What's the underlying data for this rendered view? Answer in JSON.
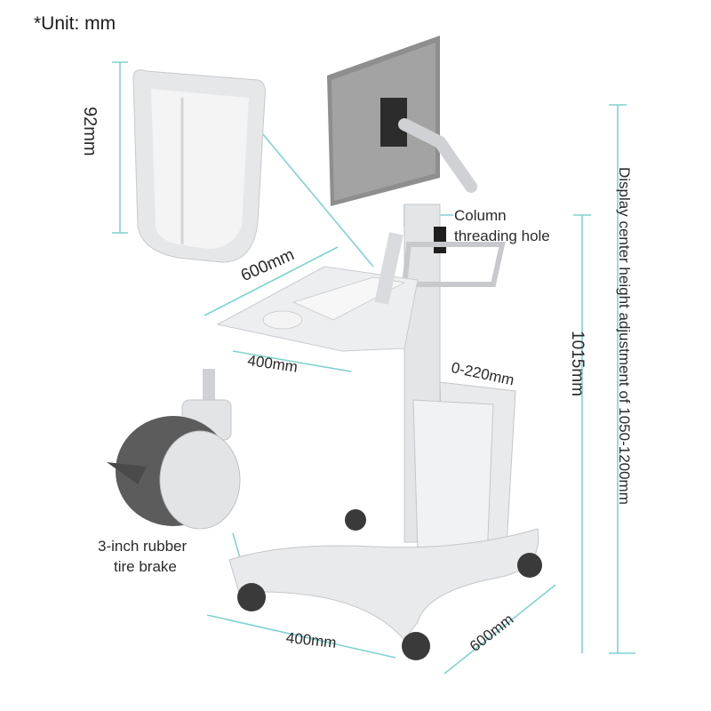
{
  "unit_note": "*Unit: mm",
  "callouts": {
    "holder_height": "92mm",
    "column_hole": "Column threading hole",
    "column_hole_line1": "Column",
    "column_hole_line2": "threading hole",
    "tray_width": "600mm",
    "tray_depth": "400mm",
    "cpu_range": "0-220mm",
    "total_height": "1015mm",
    "display_height": "Display center height adjustment of 1050-1200mm",
    "caster_line1": "3-inch rubber",
    "caster_line2": "tire brake",
    "base_width": "400mm",
    "base_depth": "600mm"
  },
  "colors": {
    "accent_line": "#7fd3d0",
    "cart_white": "#e9eaec",
    "cart_shadow": "#c9cbcf",
    "monitor_grey": "#8a8a8a",
    "wheel_dark": "#5c5c5c"
  }
}
